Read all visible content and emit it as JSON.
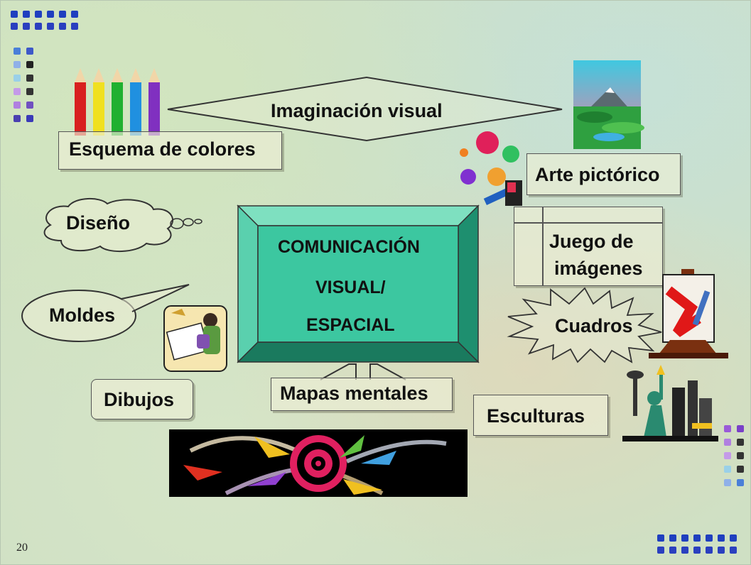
{
  "slide": {
    "page_number": "20",
    "center": {
      "line1": "COMUNICACIÓN",
      "line2": "VISUAL/",
      "line3": "ESPACIAL"
    },
    "labels": {
      "imaginacion": "Imaginación visual",
      "esquema": "Esquema de colores",
      "arte": "Arte pictórico",
      "juego_line1": "Juego de",
      "juego_line2": "imágenes",
      "diseno": "Diseño",
      "moldes": "Moldes",
      "cuadros": "Cuadros",
      "dibujos": "Dibujos",
      "mapas": "Mapas mentales",
      "esculturas": "Esculturas"
    },
    "icons": [
      "pencils-icon",
      "landscape-icon",
      "paint-splash-icon",
      "drafting-icon",
      "easel-icon",
      "statue-of-liberty-icon",
      "darts-target-icon"
    ],
    "colors": {
      "center_fill": "#3cc7a0",
      "center_bevel": "#1e8f6f",
      "decor_blue": "#1f3fbf",
      "decor_purple": "#9a5ad8"
    }
  }
}
